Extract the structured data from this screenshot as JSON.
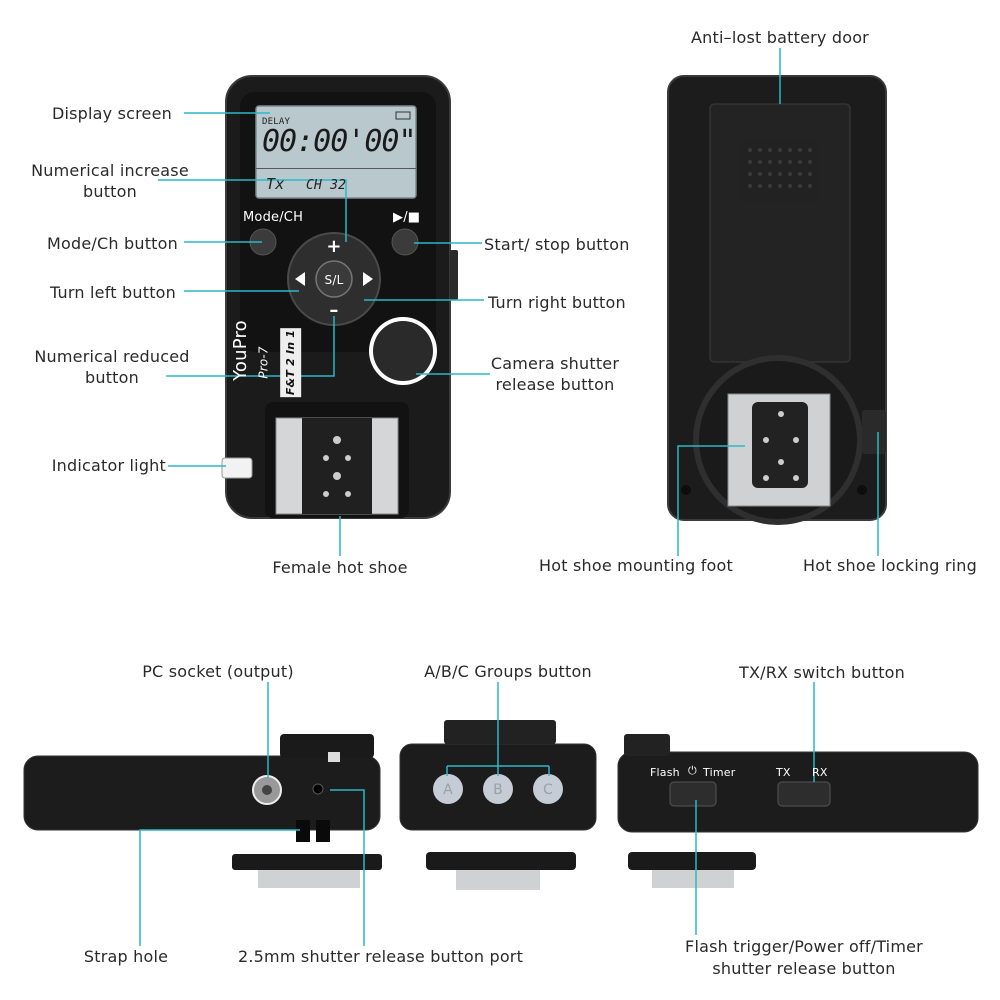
{
  "labels": {
    "display_screen": "Display screen",
    "numerical_increase": "Numerical increase",
    "numerical_increase_2": "button",
    "mode_ch_button": "Mode/Ch button",
    "turn_left": "Turn left button",
    "numerical_reduced": "Numerical reduced",
    "numerical_reduced_2": "button",
    "indicator_light": "Indicator light",
    "female_hot_shoe": "Female hot shoe",
    "start_stop": "Start/ stop button",
    "turn_right": "Turn right button",
    "camera_shutter": "Camera shutter",
    "camera_shutter_2": "release button",
    "anti_lost": "Anti–lost battery door",
    "hot_shoe_foot": "Hot shoe mounting foot",
    "hot_shoe_ring": "Hot shoe locking ring",
    "pc_socket": "PC socket (output)",
    "abc_groups": "A/B/C Groups button",
    "txrx_switch": "TX/RX switch button",
    "strap_hole": "Strap hole",
    "shutter_port": "2.5mm shutter release button port",
    "flash_trigger": "Flash trigger/Power off/Timer",
    "flash_trigger_2": "shutter release button"
  },
  "device": {
    "lcd_mode": "DELAY",
    "lcd_time": "00:00'00\"",
    "lcd_tx": "Tx",
    "lcd_ch": "CH 32",
    "mode_key": "Mode/CH",
    "play_key": "▶/■",
    "plus": "+",
    "minus": "–",
    "center_key": "S/L",
    "brand": "YouPro",
    "model": "Pro-7",
    "subtitle": "F&T 2 In 1",
    "group_a": "A",
    "group_b": "B",
    "group_c": "C",
    "switch_flash": "Flash",
    "switch_timer": "Timer",
    "switch_tx": "TX",
    "switch_rx": "RX"
  },
  "colors": {
    "leader_line": "#2bb7c8",
    "body": "#1a1a1a",
    "lcd": "#b8c8cc"
  }
}
